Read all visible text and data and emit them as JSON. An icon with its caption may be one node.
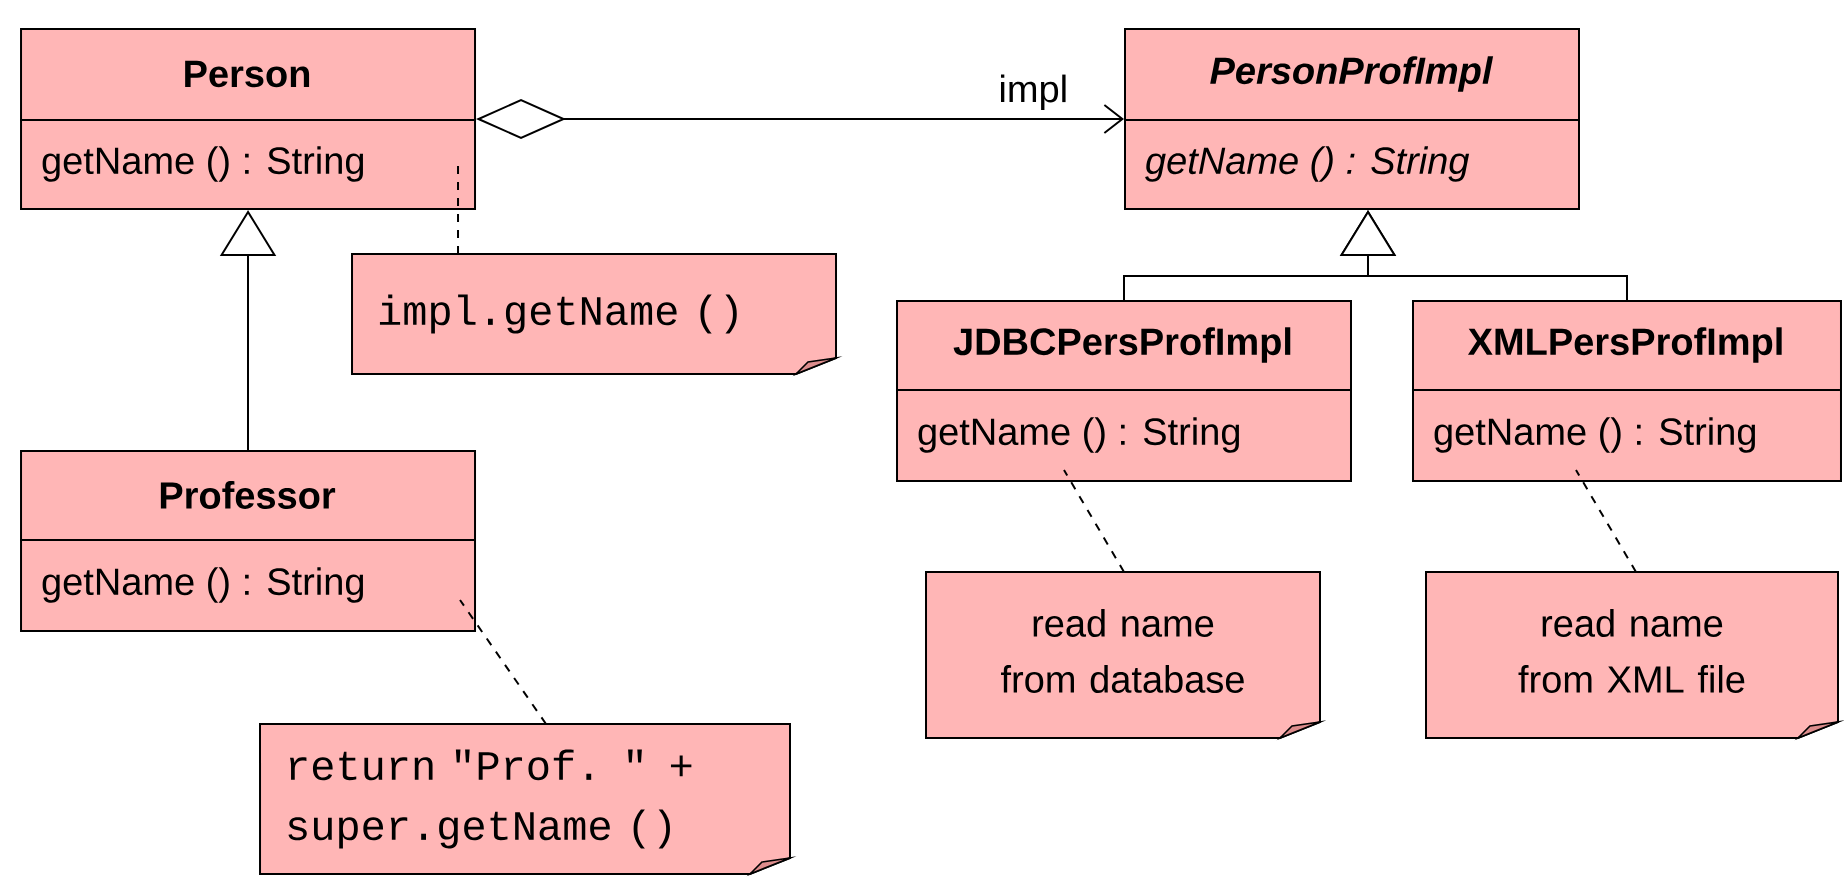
{
  "diagram": {
    "nodes": [
      {
        "text": [
          "Person",
          "getName () : String"
        ]
      },
      {
        "text": [
          "PersonProfImpl",
          "getName () : String"
        ]
      },
      {
        "text": [
          "Professor",
          "getName () : String"
        ]
      },
      {
        "text": [
          "JDBCPersProfImpl",
          "getName () : String"
        ]
      },
      {
        "text": [
          "XMLPersProfImpl",
          "getName () : String"
        ]
      },
      {
        "text": [
          "impl.getName ()"
        ]
      },
      {
        "text": [
          "return \"Prof. \" + super.getName ()"
        ]
      },
      {
        "text": [
          "read name from database"
        ]
      },
      {
        "text": [
          "read name from XML file"
        ]
      }
    ],
    "edges": [
      {
        "from": 0,
        "to": 1,
        "arrow": "to",
        "label": "impl"
      },
      {
        "from": 2,
        "to": 0,
        "arrow": "to"
      },
      {
        "from": 3,
        "to": 1,
        "arrow": "to"
      },
      {
        "from": 4,
        "to": 1,
        "arrow": "to"
      },
      {
        "from": 5,
        "to": 0,
        "arrow": "none",
        "style": "dashed"
      },
      {
        "from": 6,
        "to": 2,
        "arrow": "none",
        "style": "dashed"
      },
      {
        "from": 7,
        "to": 3,
        "arrow": "none",
        "style": "dashed"
      },
      {
        "from": 8,
        "to": 4,
        "arrow": "none",
        "style": "dashed"
      }
    ]
  }
}
